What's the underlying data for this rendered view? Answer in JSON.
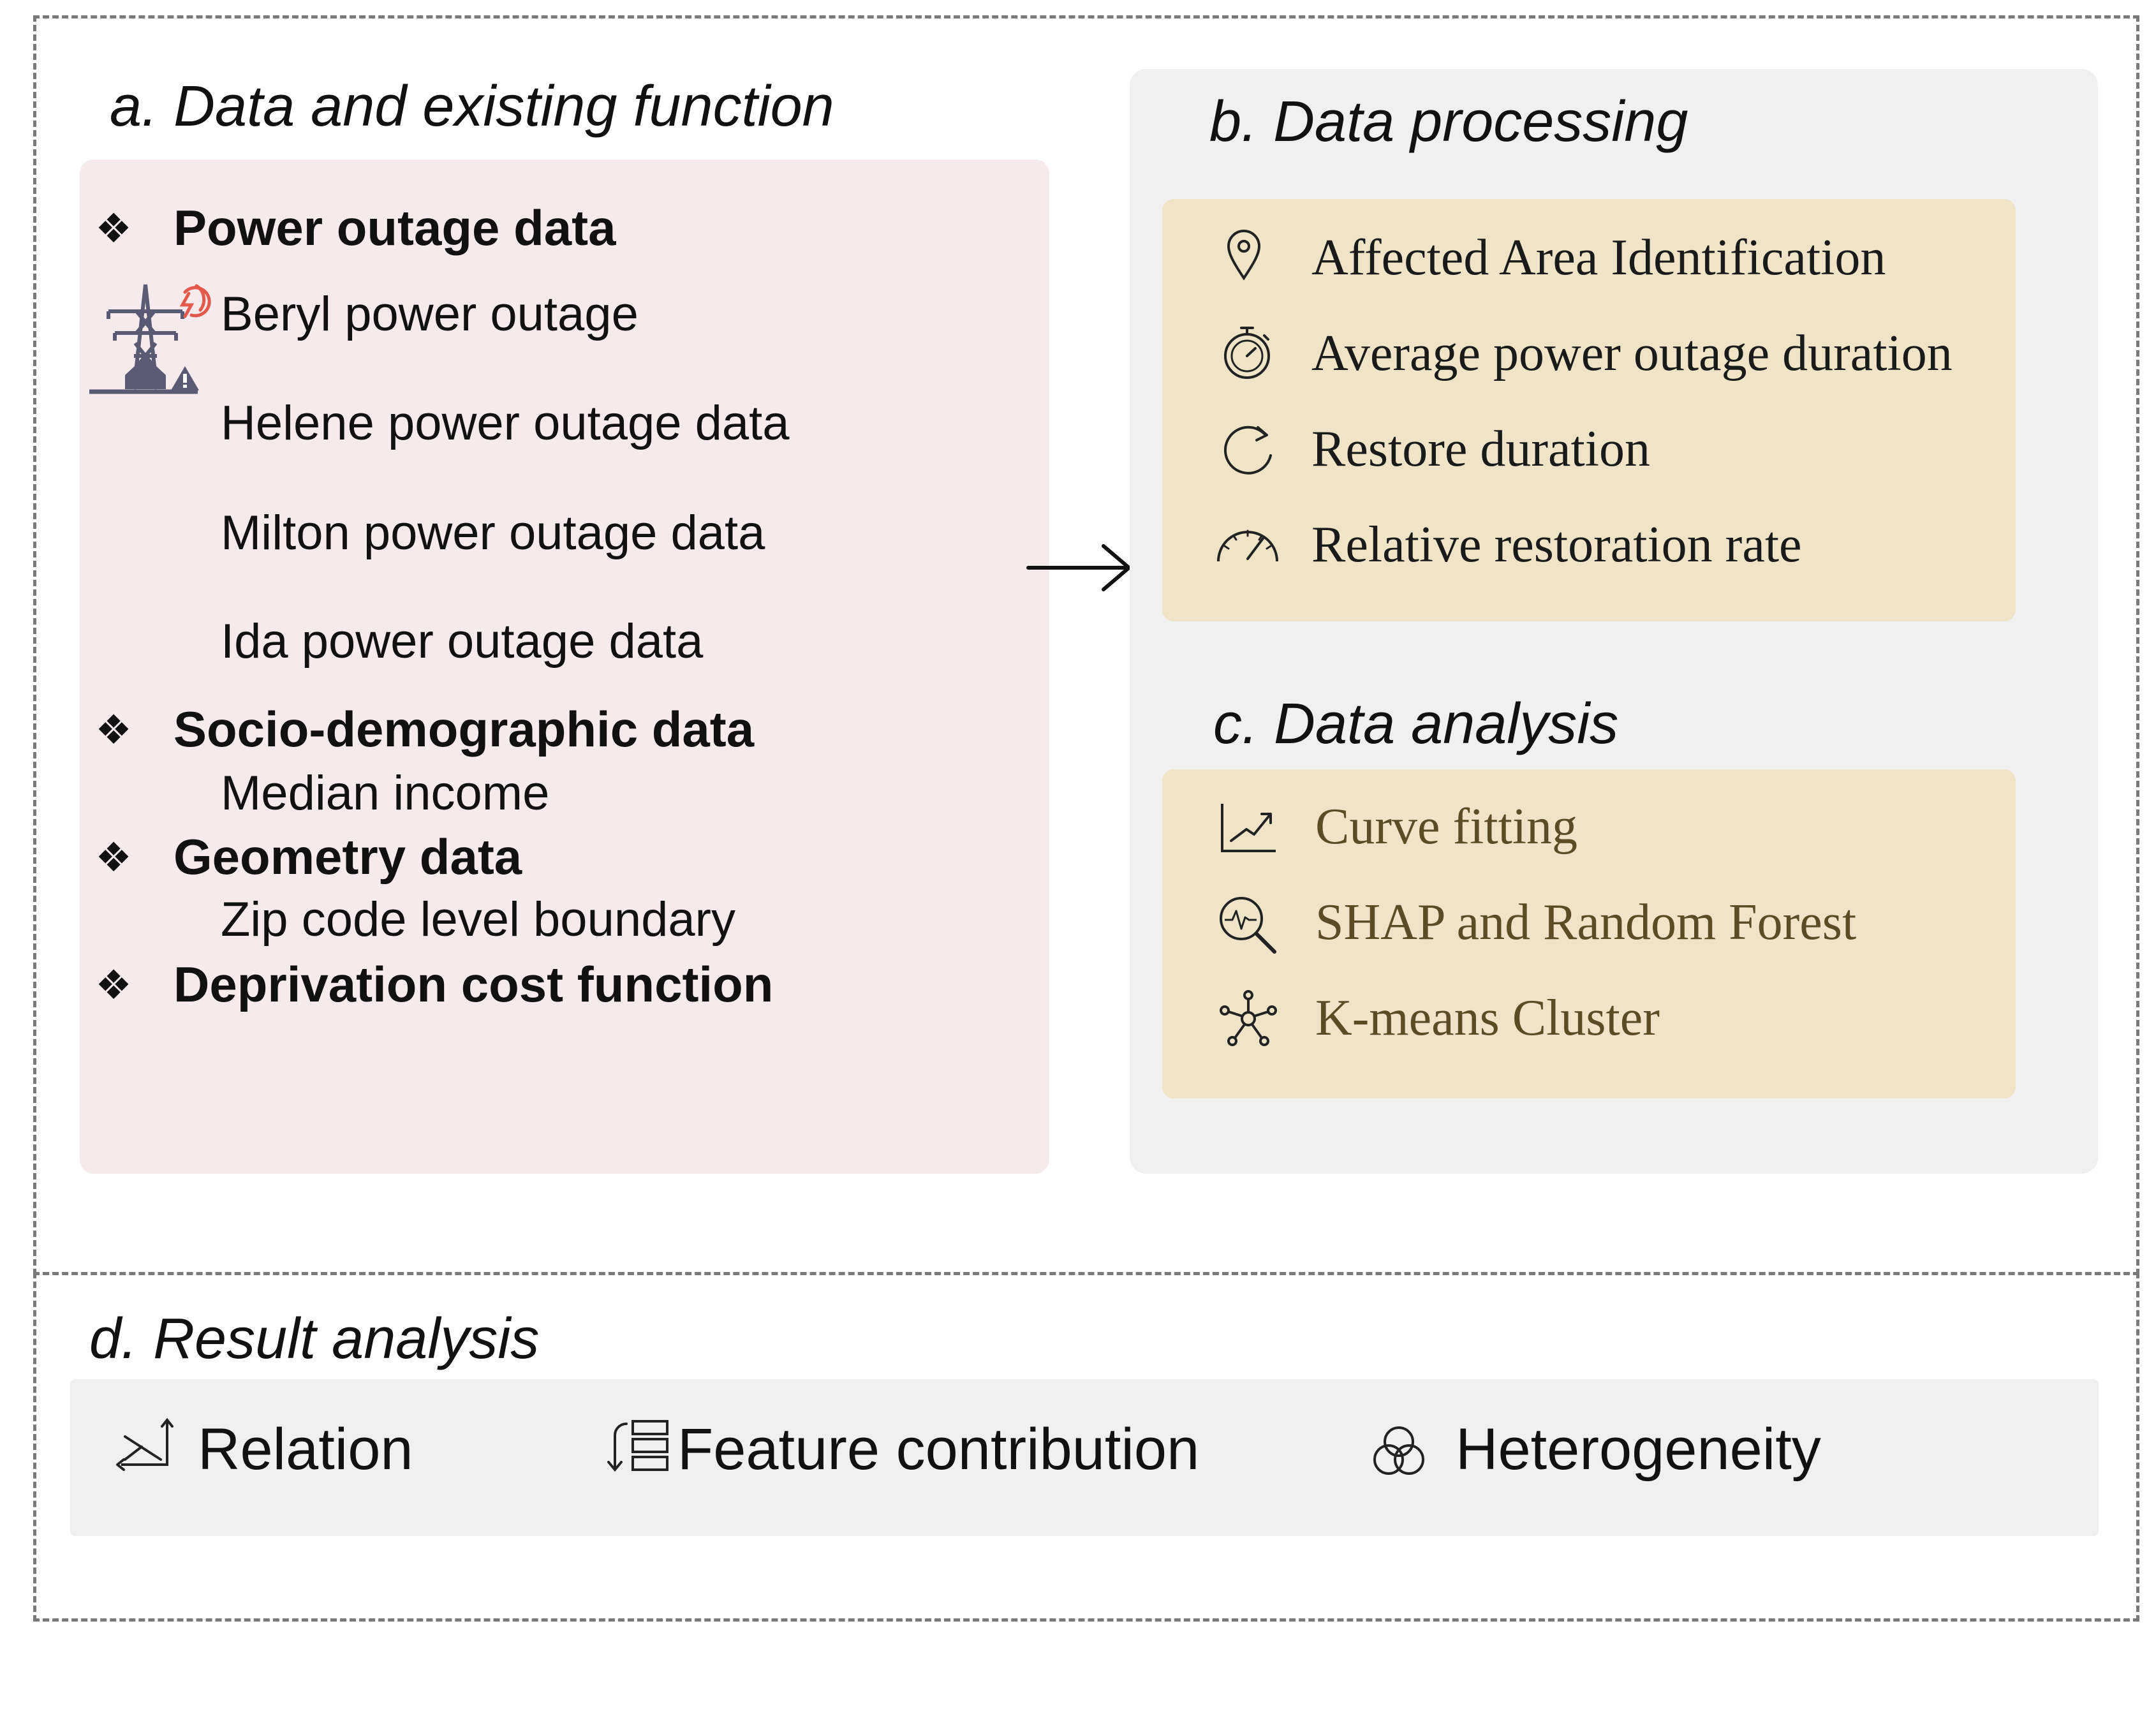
{
  "panel_a": {
    "title": "a. Data and existing function",
    "groups": [
      {
        "heading": "Power outage data",
        "items": [
          "Beryl power outage",
          "Helene power outage data",
          "Milton power outage data",
          "Ida power outage data"
        ]
      },
      {
        "heading": "Socio-demographic data",
        "items": [
          "Median income"
        ]
      },
      {
        "heading": "Geometry data",
        "items": [
          "Zip code level boundary"
        ]
      },
      {
        "heading": "Deprivation cost function",
        "items": []
      }
    ],
    "bullet_glyph": "❖",
    "icon": "power-tower-outage-icon"
  },
  "panel_b": {
    "title": "b. Data processing",
    "items": [
      {
        "label": "Affected Area Identification",
        "icon": "map-pin-icon"
      },
      {
        "label": "Average power outage duration",
        "icon": "stopwatch-icon"
      },
      {
        "label": "Restore duration",
        "icon": "refresh-arrow-icon"
      },
      {
        "label": "Relative restoration rate",
        "icon": "speedometer-icon"
      }
    ]
  },
  "panel_c": {
    "title": "c. Data analysis",
    "items": [
      {
        "label": "Curve fitting",
        "icon": "line-chart-icon"
      },
      {
        "label": "SHAP and Random Forest",
        "icon": "search-pulse-icon"
      },
      {
        "label": "K-means Cluster",
        "icon": "cluster-icon"
      }
    ]
  },
  "panel_d": {
    "title": "d. Result analysis",
    "items": [
      {
        "label": "Relation",
        "icon": "axes-trend-icon"
      },
      {
        "label": "Feature contribution",
        "icon": "feature-list-icon"
      },
      {
        "label": "Heterogeneity",
        "icon": "venn-circles-icon"
      }
    ]
  },
  "colors": {
    "panel_a_bg": "#f7eaec",
    "panel_b_bg": "#f0f0f0",
    "inner_box_bg": "#efe4c8",
    "result_bg": "#f0f0f0",
    "frame": "#7a7a7a",
    "tower": "#5b5a75",
    "alert_red": "#e35a4d",
    "olive_text": "#5a4c24"
  }
}
